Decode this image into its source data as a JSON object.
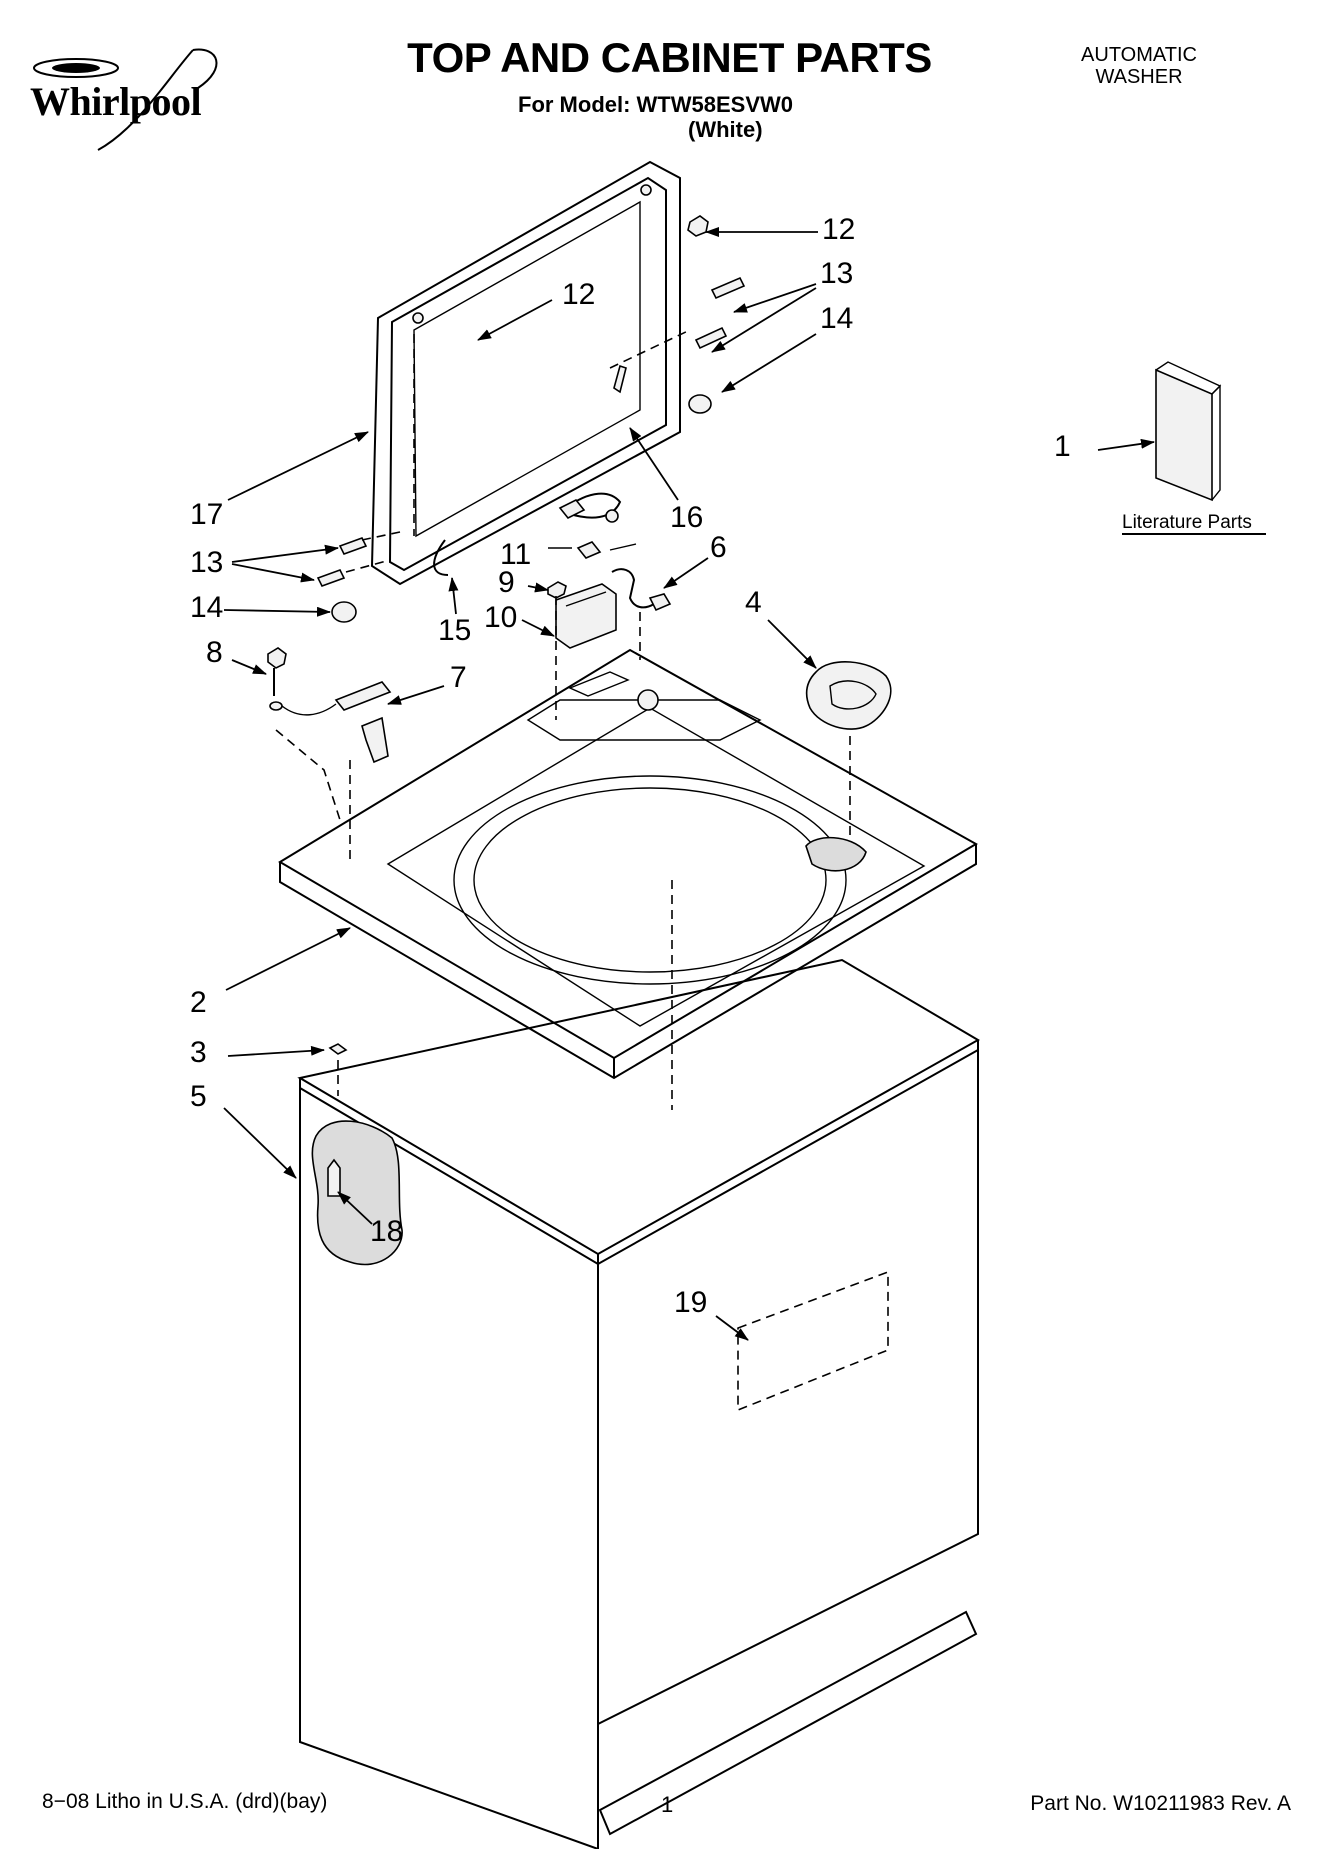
{
  "header": {
    "brand": "Whirlpool",
    "title": "TOP AND CABINET PARTS",
    "model_line": "For Model: WTW58ESVW0",
    "color_line": "(White)",
    "appliance_line1": "AUTOMATIC",
    "appliance_line2": "WASHER"
  },
  "callouts": [
    "1",
    "2",
    "3",
    "4",
    "5",
    "6",
    "7",
    "8",
    "9",
    "10",
    "11",
    "12",
    "12",
    "13",
    "13",
    "14",
    "14",
    "15",
    "16",
    "17",
    "18",
    "19"
  ],
  "literature_label": "Literature Parts",
  "footer": {
    "litho": "8−08 Litho in U.S.A. (drd)(bay)",
    "page": "1",
    "part_no": "Part No. W10211983 Rev. A"
  }
}
